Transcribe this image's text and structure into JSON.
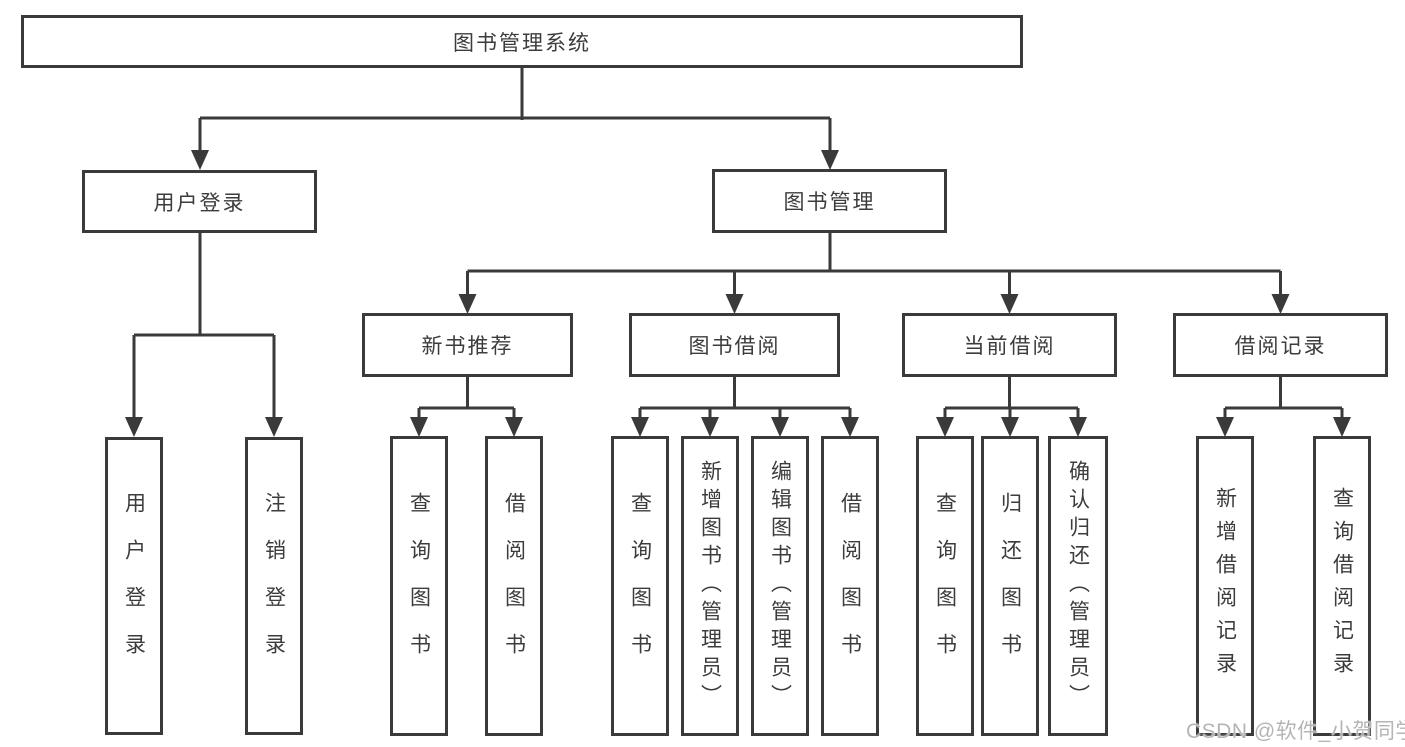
{
  "tree": {
    "root": {
      "label": "图书管理系统"
    },
    "branches": [
      {
        "label": "用户登录",
        "children": [
          {
            "label": "用户登录"
          },
          {
            "label": "注销登录"
          }
        ]
      },
      {
        "label": "图书管理",
        "sections": [
          {
            "label": "新书推荐",
            "children": [
              {
                "label": "查询图书"
              },
              {
                "label": "借阅图书"
              }
            ]
          },
          {
            "label": "图书借阅",
            "children": [
              {
                "label": "查询图书"
              },
              {
                "label": "新增图书（管理员）"
              },
              {
                "label": "编辑图书（管理员）"
              },
              {
                "label": "借阅图书"
              }
            ]
          },
          {
            "label": "当前借阅",
            "children": [
              {
                "label": "查询图书"
              },
              {
                "label": "归还图书"
              },
              {
                "label": "确认归还（管理员）"
              }
            ]
          },
          {
            "label": "借阅记录",
            "children": [
              {
                "label": "新增借阅记录"
              },
              {
                "label": "查询借阅记录"
              }
            ]
          }
        ]
      }
    ]
  },
  "watermark": {
    "text": "CSDN @软件_小贺同学"
  },
  "colors": {
    "line": "#3a3a3a",
    "text": "#3c3c3c",
    "watermark": "#b5b5b5",
    "background": "#ffffff"
  }
}
